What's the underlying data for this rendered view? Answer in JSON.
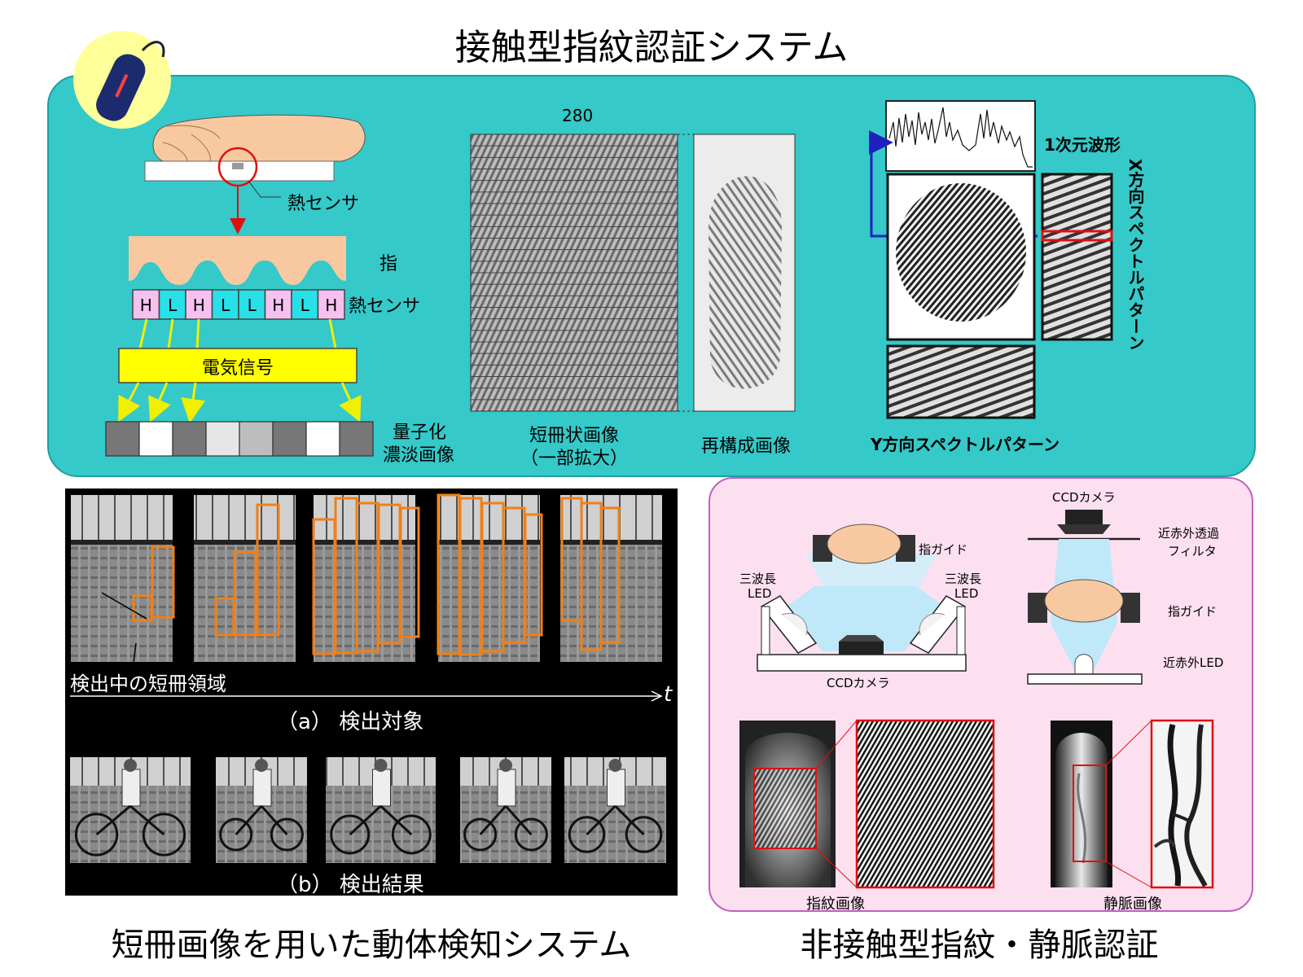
{
  "titles": {
    "top": "接触型指紋認証システム",
    "bottom_left": "短冊画像を用いた動体検知システム",
    "bottom_right": "非接触型指紋・静脈認証"
  },
  "contact": {
    "heat_sensor_label": "熱センサ",
    "finger_label": "指",
    "heat_sensor_label2": "熱センサ",
    "sensor_cells": [
      "H",
      "L",
      "H",
      "L",
      "L",
      "H",
      "L",
      "H"
    ],
    "electric_signal": "電気信号",
    "quantized_line1": "量子化",
    "quantized_line2": "濃淡画像",
    "strip_width": "280",
    "strip_caption_line1": "短冊状画像",
    "strip_caption_line2": "（一部拡大）",
    "reconstructed_caption": "再構成画像",
    "waveform_label": "1次元波形",
    "x_spectrum_label": "X方向スペクトルパターン",
    "y_spectrum_label": "Y方向スペクトルパターン"
  },
  "motion": {
    "detecting_label": "検出中の短冊領域",
    "time_axis": "t",
    "caption_a": "（a） 検出対象",
    "caption_b": "（b） 検出結果"
  },
  "noncontact": {
    "ccd_camera_left": "CCDカメラ",
    "finger_guide_left": "指ガイド",
    "led_left_line1": "三波長",
    "led_left_line2": "LED",
    "led_right_line1": "三波長",
    "led_right_line2": "LED",
    "ccd_camera_right": "CCDカメラ",
    "nir_filter_line1": "近赤外透過",
    "nir_filter_line2": "フィルタ",
    "finger_guide_right": "指ガイド",
    "nir_led": "近赤外LED",
    "fingerprint_caption": "指紋画像",
    "vein_caption": "静脈画像"
  },
  "colors": {
    "teal_panel": "#35c9c9",
    "pink_panel": "#fde0f0",
    "skin": "#f8c9a0",
    "sensor_pink": "#f6c0f0",
    "sensor_cyan": "#28e0e8",
    "signal_yellow": "#ffff00",
    "arrow_yellow": "#f0f000",
    "detect_orange": "#f08018",
    "dark_navy": "#1a2a6a"
  }
}
